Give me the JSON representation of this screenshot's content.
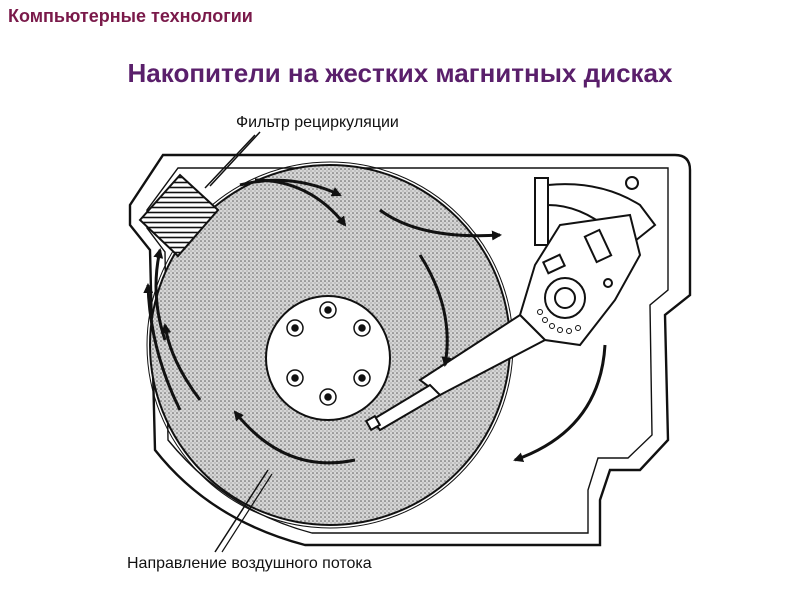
{
  "header": {
    "label": "Компьютерные технологии"
  },
  "title": "Накопители на жестких магнитных дисках",
  "labels": {
    "filter": "Фильтр рециркуляции",
    "airflow": "Направление воздушного потока"
  },
  "colors": {
    "header": "#7a1a4a",
    "title": "#5a1f6b",
    "ink": "#111111"
  }
}
